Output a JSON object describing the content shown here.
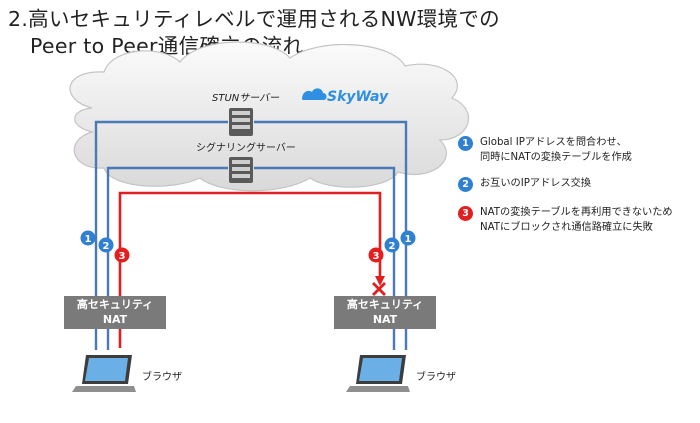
{
  "title": {
    "line1": "2.高いセキュリティレベルで運用されるNW環境での",
    "line2": "Peer to Peer通信確立の流れ"
  },
  "cloud": {
    "stun_label": "STUNサーバー",
    "signaling_label": "シグナリングサーバー",
    "brand": "SkyWay"
  },
  "nat": {
    "left": {
      "line1": "高セキュリティ",
      "line2": "NAT"
    },
    "right": {
      "line1": "高セキュリティ",
      "line2": "NAT"
    }
  },
  "browser": {
    "left_label": "ブラウザ",
    "right_label": "ブラウザ"
  },
  "markers": {
    "one": "1",
    "two": "2",
    "three": "3"
  },
  "legend": [
    {
      "number": "1",
      "color": "#2f7fd2",
      "lines": [
        "Global IPアドレスを問合わせ、",
        "同時にNATの変換テーブルを作成"
      ]
    },
    {
      "number": "2",
      "color": "#2f7fd2",
      "lines": [
        "お互いのIPアドレス交換"
      ]
    },
    {
      "number": "3",
      "color": "#e21f1f",
      "lines": [
        "NATの変換テーブルを再利用できないため",
        "NATにブロックされ通信路確立に失敗"
      ]
    }
  ],
  "colors": {
    "blue_path": "#4a79b8",
    "red_path": "#e02020",
    "nat_box": "#7a7a7a",
    "badge_blue": "#2f7fd2",
    "badge_red": "#e21f1f"
  }
}
